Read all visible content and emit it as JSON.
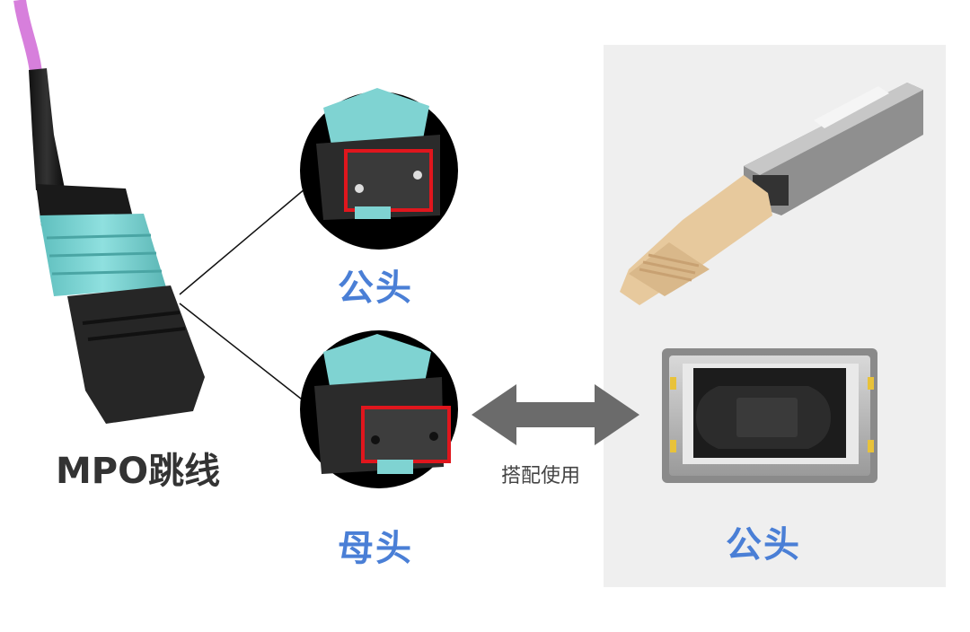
{
  "labels": {
    "mpo_jumper": "MPO跳线",
    "male_top": "公头",
    "female": "母头",
    "pair_use": "搭配使用",
    "male_right": "公头"
  },
  "colors": {
    "label_blue": "#4a7fd6",
    "aqua_connector": "#7fd3d2",
    "fiber_pink": "#d77fdc",
    "highlight_red": "#e0161d",
    "arrow_gray": "#6b6b6b"
  }
}
